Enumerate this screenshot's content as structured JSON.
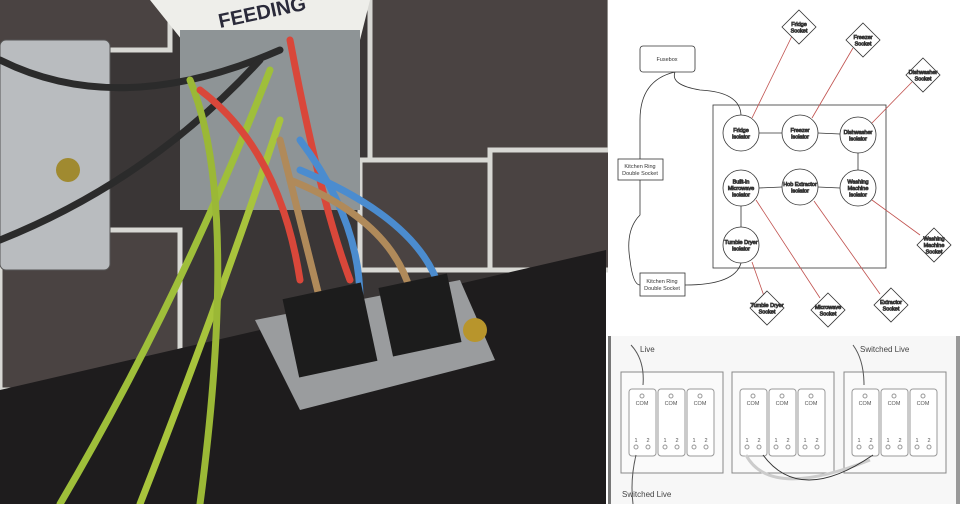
{
  "photo": {
    "handwriting": "FEEDING"
  },
  "diagram": {
    "fusebox": "Fusebox",
    "kitchen_ring_1": [
      "Kitchen Ring",
      "Double Socket"
    ],
    "kitchen_ring_2": [
      "Kitchen Ring",
      "Double Socket"
    ],
    "isolators": [
      [
        "Fridge",
        "Isolator"
      ],
      [
        "Freezer",
        "Isolator"
      ],
      [
        "Dishwasher",
        "Isolator"
      ],
      [
        "Built-in",
        "Microwave",
        "Isolator"
      ],
      [
        "Hob Extractor",
        "Isolator"
      ],
      [
        "Washing",
        "Machine",
        "Isolator"
      ],
      [
        "Tumble Dryer",
        "Isolator"
      ]
    ],
    "sockets": [
      [
        "Fridge",
        "Socket"
      ],
      [
        "Freezer",
        "Socket"
      ],
      [
        "Dishwasher",
        "Socket"
      ],
      [
        "Washing",
        "Machine",
        "Socket"
      ],
      [
        "Tumble Dryer",
        "Socket"
      ],
      [
        "Microwave",
        "Socket"
      ],
      [
        "Extractor",
        "Socket"
      ]
    ],
    "accent": "#c0504d"
  },
  "wiring": {
    "live": "Live",
    "switched_live_top": "Switched Live",
    "switched_live_bottom": "Switched Live",
    "com": "COM",
    "t1": "1",
    "t2": "2"
  }
}
